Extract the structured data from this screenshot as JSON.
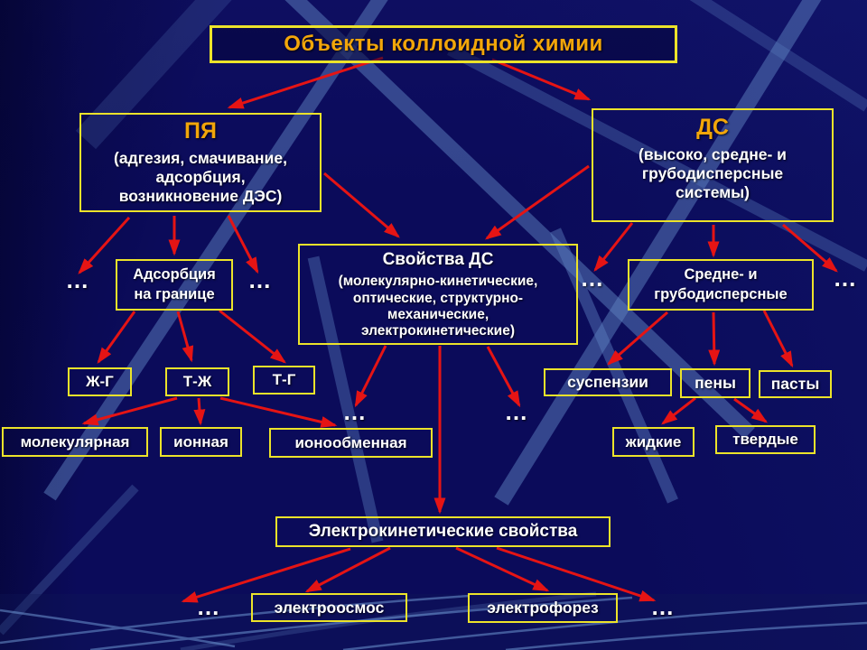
{
  "slide": {
    "title": "Объекты коллоидной химии",
    "ellipsis": "…",
    "nodes": {
      "pya_title": "ПЯ",
      "pya_sub": "(адгезия, смачивание,\nадсорбция,\nвозникновение ДЭС)",
      "ds_title": "ДС",
      "ds_sub": "(высоко, средне- и\nгрубодисперсные\nсистемы)",
      "svoistva_title": "Свойства ДС",
      "svoistva_sub": "(молекулярно-кинетические,\nоптические, структурно-\nмеханические,\nэлектрокинетические)",
      "adsorbtsiya": "Адсорбция\nна границе",
      "sredne": "Средне- и\nгрубодисперсные",
      "zh_g": "Ж-Г",
      "t_zh": "Т-Ж",
      "t_g": "Т-Г",
      "suspenzii": "суспензии",
      "peny": "пены",
      "pasty": "пасты",
      "molekulyarnaya": "молекулярная",
      "ionnaya": "ионная",
      "ionoobmennaya": "ионообменная",
      "zhidkie": "жидкие",
      "tverdye": "твердые",
      "elektrokineticheskie": "Электрокинетические свойства",
      "elektroosmos": "электроосмос",
      "elektroforez": "электрофорез"
    },
    "colors": {
      "background": "#0b0b5a",
      "box_border": "#ece32a",
      "title_text": "#f2a60a",
      "body_text": "#ffffff",
      "arrow": "#e51414",
      "streak": "#5d81c0",
      "divider_left": "#a3ad4a",
      "divider_right": "#2f6f72"
    }
  }
}
